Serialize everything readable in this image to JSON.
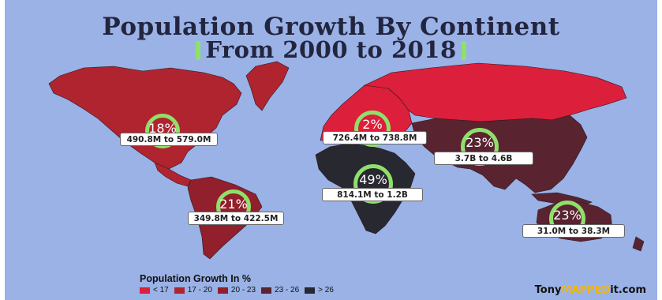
{
  "title_line1": "Population Growth By Continent",
  "title_line2": "From 2000 to 2018",
  "regions": [
    {
      "key": "north-america",
      "name": "North America",
      "growth": "18%",
      "range": "490.8M to 579.0M",
      "color": "#b0242f"
    },
    {
      "key": "south-america",
      "name": "South America",
      "growth": "21%",
      "range": "349.8M to 422.5M",
      "color": "#921f2c"
    },
    {
      "key": "europe",
      "name": "Europe",
      "growth": "2%",
      "range": "726.4M to 738.8M",
      "color": "#dc1f3a"
    },
    {
      "key": "africa",
      "name": "Africa",
      "growth": "49%",
      "range": "814.1M to 1.2B",
      "color": "#282830"
    },
    {
      "key": "asia",
      "name": "Asia",
      "growth": "23%",
      "range": "3.7B to 4.6B",
      "color": "#5a2330"
    },
    {
      "key": "oceania",
      "name": "Oceania",
      "growth": "23%",
      "range": "31.0M to 38.3M",
      "color": "#5a2330"
    }
  ],
  "legend": {
    "title": "Population Growth In %",
    "items": [
      {
        "label": "< 17",
        "color": "#dc1f3a"
      },
      {
        "label": "17 - 20",
        "color": "#b0242f"
      },
      {
        "label": "20 - 23",
        "color": "#921f2c"
      },
      {
        "label": "23 - 26",
        "color": "#5a2330"
      },
      {
        "label": "> 26",
        "color": "#282830"
      }
    ]
  },
  "brand": {
    "part1": "Tony",
    "part2": "MAPPED",
    "part3": "it.com",
    "color1": "#111111",
    "color2": "#f7b500"
  },
  "colors": {
    "ocean": "#9ab2e6",
    "ring": "#8fe06a",
    "title": "#23253f"
  }
}
